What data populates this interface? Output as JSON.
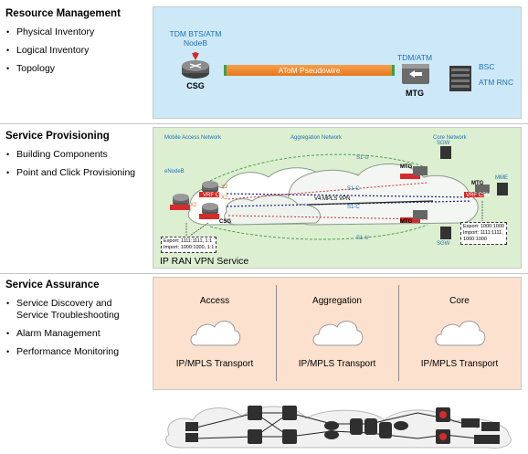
{
  "resource_management": {
    "title": "Resource Management",
    "items": [
      "Physical Inventory",
      "Logical Inventory",
      "Topology"
    ],
    "diagram": {
      "csg_top": "TDM BTS/ATM",
      "csg_top2": "NodeB",
      "csg_label": "CSG",
      "pseudowire": "AToM Pseudowire",
      "mtg_top": "TDM/ATM",
      "mtg_label": "MTG",
      "bsc": "BSC",
      "atm_rnc": "ATM RNC"
    }
  },
  "service_provisioning": {
    "title": "Service Provisioning",
    "items": [
      "Building Components",
      "Point and Click Provisioning"
    ],
    "diagram": {
      "mobile_access": "Mobile Access Network",
      "aggregation": "Aggregation Network",
      "core": "Core Network",
      "sgw_top": "SGW",
      "sgw_bottom": "SGW",
      "mme": "MME",
      "enodeb": "eNodeB",
      "mtg_a": "MTG",
      "mtg_b": "MTG",
      "mtg_c": "MTG",
      "csg": "CSG",
      "vrf": "VRF CSN",
      "vrf_csn_label": "VRF CSN",
      "v4_mpls_vpn": "V4 MPLS VPN",
      "s1u_top": "S1-U",
      "s1u_bottom": "S1-U",
      "s1c_top": "S1-C",
      "s1c_bottom": "S1-C",
      "x2_a": "X2",
      "x2_b": "X2",
      "x2_c": "X2",
      "export_left": "Export: 1111:1111, 1:1",
      "import_left": "Import: 1000:1000, 1:1",
      "export_right": "Export: 1000:1000",
      "import_right": "Import: 1111:1111,",
      "import_right2": "1000:1000",
      "service_label": "IP RAN VPN Service"
    }
  },
  "service_assurance": {
    "title": "Service Assurance",
    "items": [
      "Service Discovery and Service Troubleshooting",
      "Alarm Management",
      "Performance Monitoring"
    ],
    "columns": [
      {
        "title": "Access",
        "sub": "IP/MPLS Transport"
      },
      {
        "title": "Aggregation",
        "sub": "IP/MPLS Transport"
      },
      {
        "title": "Core",
        "sub": "IP/MPLS Transport"
      }
    ]
  },
  "colors": {
    "blue_panel": "#cde9f8",
    "green_panel": "#dcefd1",
    "orange_panel": "#fde1cf",
    "pseudowire": "#e6771e",
    "label_blue": "#1f6fb5",
    "vrf_red": "#d62b2b"
  }
}
